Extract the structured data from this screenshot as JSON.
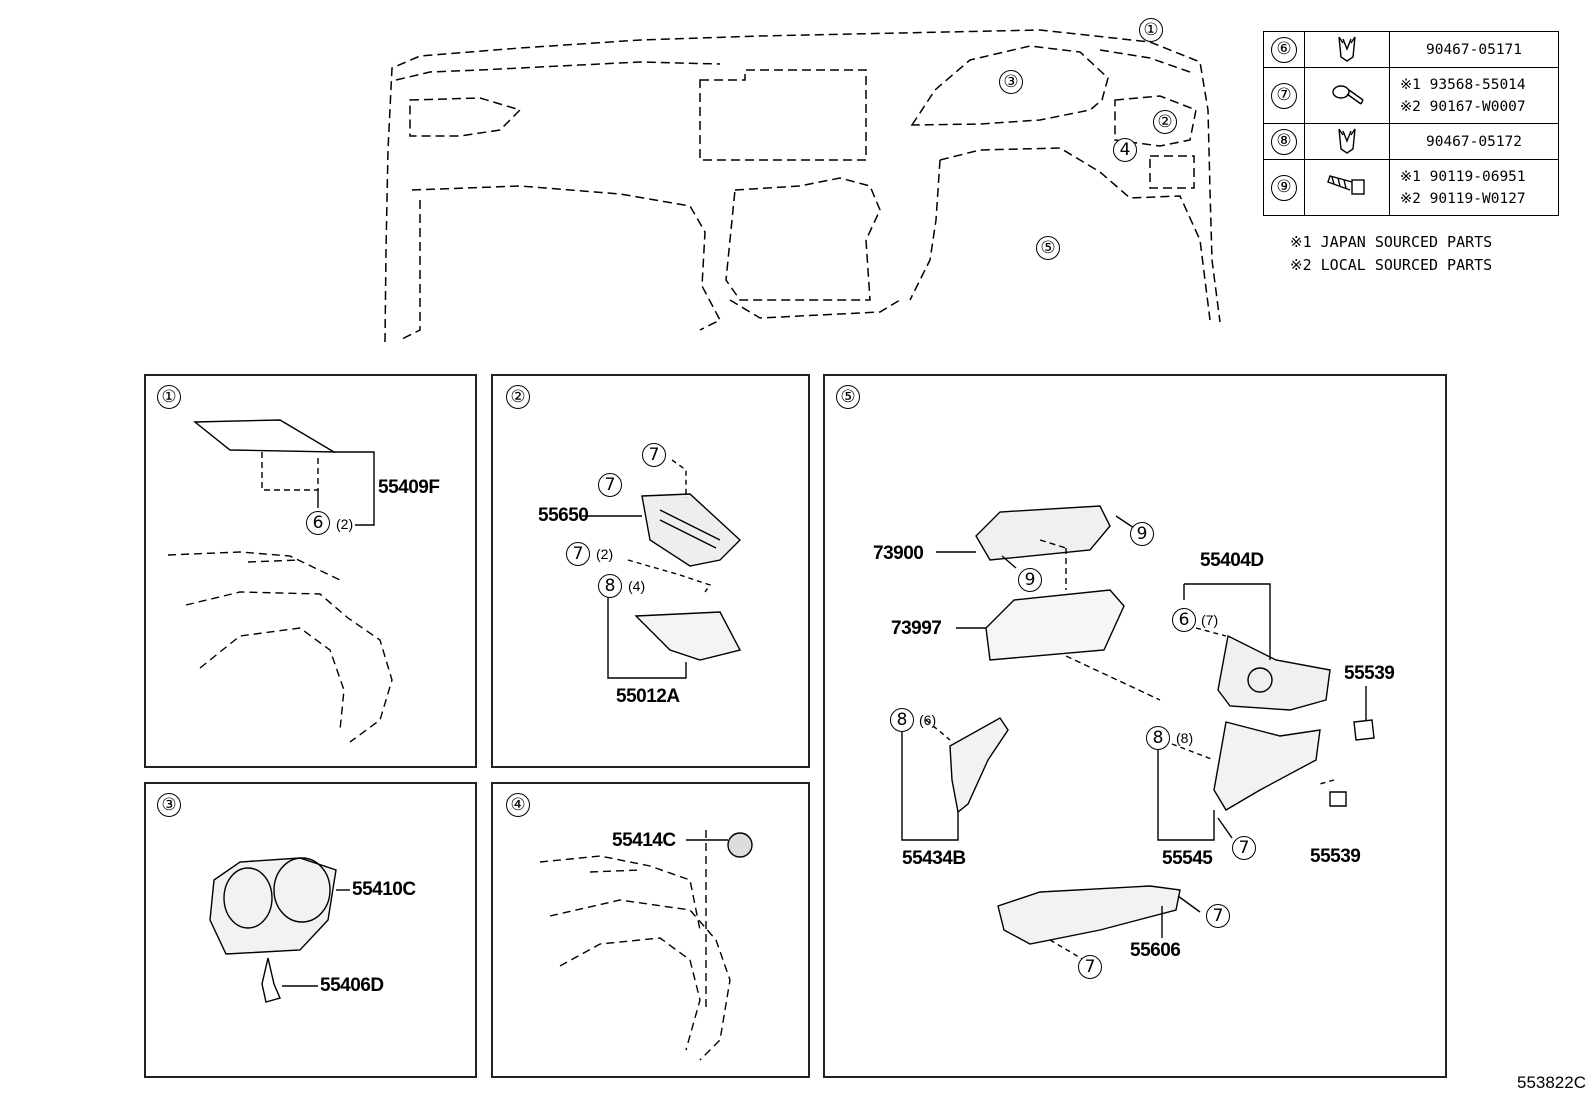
{
  "overview": {
    "callouts": [
      {
        "id": "1",
        "text": "①"
      },
      {
        "id": "2",
        "text": "②"
      },
      {
        "id": "3",
        "text": "③"
      },
      {
        "id": "4",
        "text": "4"
      },
      {
        "id": "5",
        "text": "⑤"
      }
    ]
  },
  "parts_table": {
    "rows": [
      {
        "ref": "⑥",
        "part_numbers": [
          "90467-05171"
        ]
      },
      {
        "ref": "⑦",
        "part_numbers": [
          "※1 93568-55014",
          "※2 90167-W0007"
        ]
      },
      {
        "ref": "⑧",
        "part_numbers": [
          "90467-05172"
        ]
      },
      {
        "ref": "⑨",
        "part_numbers": [
          "※1 90119-06951",
          "※2 90119-W0127"
        ]
      }
    ],
    "notes": [
      "※1 JAPAN SOURCED PARTS",
      "※2 LOCAL SOURCED PARTS"
    ]
  },
  "panels": {
    "p1": {
      "label": "①",
      "part": "55409F",
      "clip_ref": "6",
      "clip_qty": "(2)"
    },
    "p2": {
      "label": "②",
      "part_a": "55650",
      "part_b": "55012A",
      "ref7a": "7",
      "ref7b": "7",
      "ref7c": "7",
      "qty7c": "(2)",
      "ref8": "8",
      "qty8": "(4)"
    },
    "p3": {
      "label": "③",
      "part_a": "55410C",
      "part_b": "55406D"
    },
    "p4": {
      "label": "④",
      "part": "55414C"
    },
    "p5": {
      "label": "⑤",
      "parts": {
        "a": "73900",
        "b": "73997",
        "c": "55404D",
        "d": "55539",
        "e": "55434B",
        "f": "55545",
        "g": "55539",
        "h": "55606"
      },
      "refs": {
        "r9a": "9",
        "r9b": "9",
        "r6": "6",
        "q6": "(7)",
        "r8a": "8",
        "q8a": "(6)",
        "r8b": "8",
        "q8b": "(8)",
        "r7a": "7",
        "r7b": "7",
        "r7c": "7"
      }
    }
  },
  "footer_code": "553822C"
}
